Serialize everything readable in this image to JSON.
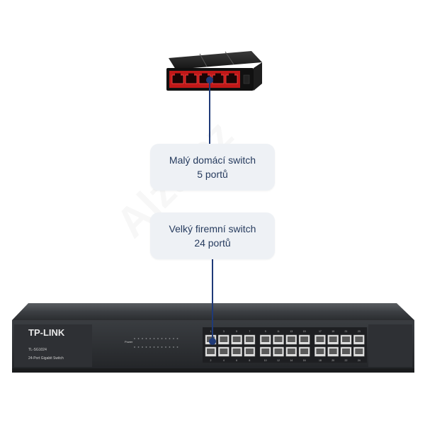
{
  "small_switch": {
    "label_line1": "Malý domácí switch",
    "label_line2": "5 portů",
    "ports": 5,
    "accent_color": "#e02020"
  },
  "big_switch": {
    "label_line1": "Velký firemní switch",
    "label_line2": "24 portů",
    "brand": "TP-LINK",
    "model": "TL-SG1024",
    "description": "24-Port Gigabit Switch",
    "power_label": "Power",
    "ports": 24,
    "port_numbers_top": [
      "1",
      "3",
      "5",
      "7",
      "9",
      "11",
      "13",
      "15",
      "17",
      "19",
      "21",
      "23"
    ],
    "port_numbers_bottom": [
      "2",
      "4",
      "6",
      "8",
      "10",
      "12",
      "14",
      "16",
      "18",
      "20",
      "22",
      "24"
    ]
  },
  "watermark": "Alza.cz",
  "colors": {
    "connector": "#1f3a78",
    "label_bg": "#eef1f5",
    "label_text": "#263b5e"
  }
}
